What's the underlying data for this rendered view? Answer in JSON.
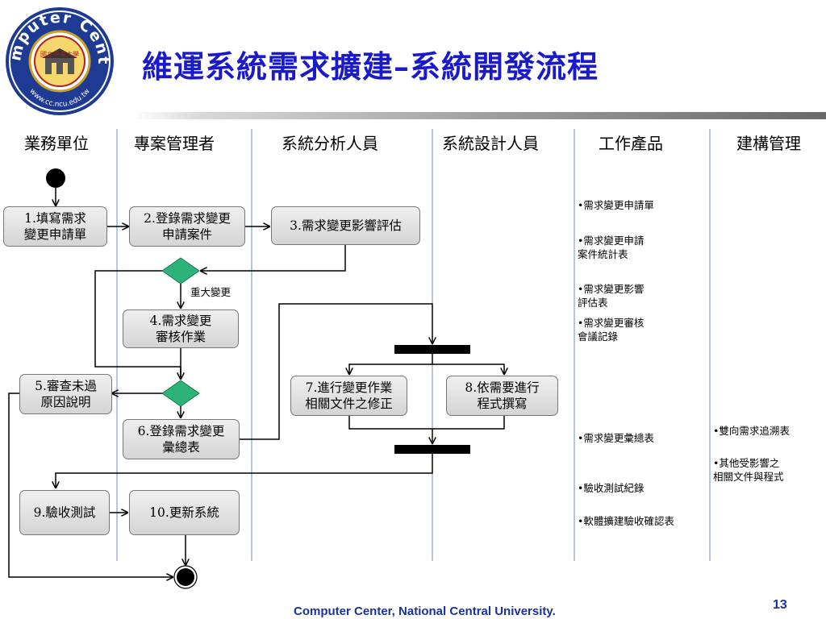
{
  "logo": {
    "ring_top": "Computer Center",
    "ring_bottom": "www.cc.ncu.edu.tw",
    "seal": "國立中央大學"
  },
  "title": "維運系統需求擴建–系統開發流程",
  "lanes": [
    "業務單位",
    "專案管理者",
    "系統分析人員",
    "系統設計人員",
    "工作產品",
    "建構管理"
  ],
  "activities": {
    "a1": "1.填寫需求\n變更申請單",
    "a2": "2.登錄需求變更\n申請案件",
    "a3": "3.需求變更影響評估",
    "a4": "4.需求變更\n審核作業",
    "a5": "5.審查未過\n原因說明",
    "a6": "6.登錄需求變更\n彙總表",
    "a7": "7.進行變更作業\n相關文件之修正",
    "a8": "8.依需要進行\n程式撰寫",
    "a9": "9.驗收測試",
    "a10": "10.更新系統"
  },
  "condition": "重大變更",
  "products": {
    "p1": "•需求變更申請單",
    "p2": "•需求變更申請\n案件統計表",
    "p3": "•需求變更影響\n評估表",
    "p4": "•需求變更審核\n會議記錄",
    "p5": "•需求變更彙總表",
    "p6": "•驗收測試紀錄",
    "p7": "•軟體擴建驗收確認表"
  },
  "config": {
    "c1": "•雙向需求追溯表",
    "c2": "•其他受影響之\n相關文件與程式"
  },
  "footer": "Computer Center, National Central University.",
  "page_number": "13",
  "colors": {
    "title": "#1a1acc",
    "footer": "#1a3399",
    "decision": "#2db37a",
    "lane_line": "#7a88c8",
    "logo_ring": "#1f3a93",
    "logo_seal": "#b22222"
  }
}
